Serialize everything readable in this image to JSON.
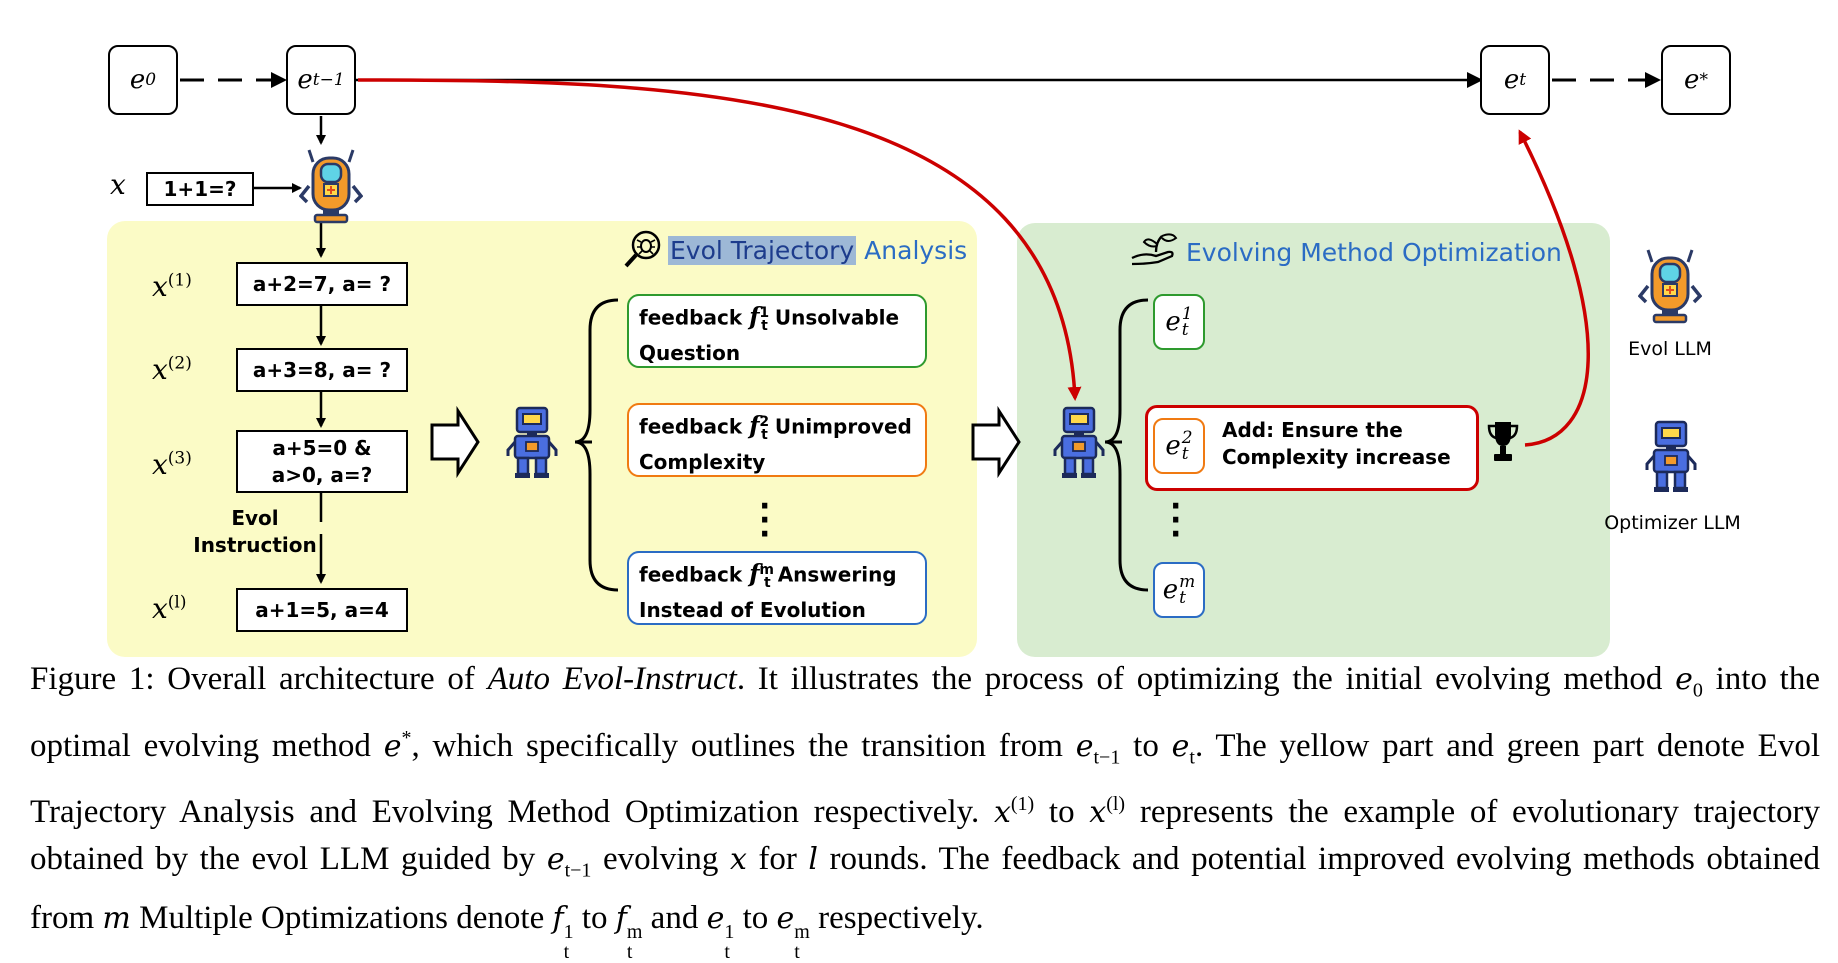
{
  "nodes": {
    "e0": "e",
    "e0_sub": "0",
    "etm1": "e",
    "etm1_sub": "t−1",
    "et": "e",
    "et_sub": "t",
    "estar": "e",
    "estar_sup": "*"
  },
  "input": {
    "x_label": "x",
    "value": "1+1=?"
  },
  "trajectory": {
    "s1_label": "x",
    "s1_sup": "(1)",
    "s1": "a+2=7, a= ?",
    "s2_label": "x",
    "s2_sup": "(2)",
    "s2": "a+3=8, a= ?",
    "s3_label": "x",
    "s3_sup": "(3)",
    "s3_line1": "a+5=0 &",
    "s3_line2": "a>0, a=?",
    "sl_label": "x",
    "sl_sup": "(l)",
    "sl": "a+1=5, a=4",
    "evol_line1": "Evol",
    "evol_line2": "Instruction"
  },
  "analysis": {
    "title_a": "Evol Trajectory",
    "title_b": "Analysis",
    "fb1_word": "feedback",
    "fb1_f": "f",
    "fb1_sup": "1",
    "fb1_sub": "t",
    "fb1_tail": "Unsolvable",
    "fb1_line2": "Question",
    "fb2_word": "feedback",
    "fb2_f": "f",
    "fb2_sup": "2",
    "fb2_sub": "t",
    "fb2_tail": "Unimproved",
    "fb2_line2": "Complexity",
    "fbm_word": "feedback",
    "fbm_f": "f",
    "fbm_sup": "m",
    "fbm_sub": "t",
    "fbm_tail": "Answering",
    "fbm_line2": "Instead of Evolution"
  },
  "optimization": {
    "title": "Evolving Method Optimization",
    "e1": "e",
    "e1_sup": "1",
    "e1_sub": "t",
    "e2": "e",
    "e2_sup": "2",
    "e2_sub": "t",
    "em": "e",
    "em_sup": "m",
    "em_sub": "t",
    "best_line1": "Add: Ensure the",
    "best_line2": "Complexity increase"
  },
  "legend": {
    "evol": "Evol LLM",
    "optimizer": "Optimizer LLM"
  },
  "caption": {
    "p1": "Figure 1: Overall architecture of ",
    "p1_it": "Auto Evol-Instruct",
    "p2": ". It illustrates the process of optimizing the initial evolving method ",
    "m_e0": "e",
    "m_e0_sub": "0",
    "p3": " into the optimal evolving method ",
    "m_estar": "e",
    "m_estar_sup": "*",
    "p4": ", which specifically outlines the transition from ",
    "m_etm1": "e",
    "m_etm1_sub": "t−1",
    "p5": " to ",
    "m_et": "e",
    "m_et_sub": "t",
    "p6": ". The yellow part and green part denote Evol Trajectory Analysis and Evolving Method Optimization respectively. ",
    "m_x1": "x",
    "m_x1_sup": "(1)",
    "p7": " to ",
    "m_xl": "x",
    "m_xl_sup": "(l)",
    "p8": " represents the example of evolutionary trajectory obtained by the evol LLM guided by ",
    "m_etm1b": "e",
    "m_etm1b_sub": "t−1",
    "p9": " evolving ",
    "m_x": "x",
    "p10": " for ",
    "m_l": "l",
    "p11": " rounds. The feedback and potential improved evolving methods obtained from ",
    "m_m": "m",
    "p12": " Multiple Optimizations denote ",
    "m_f1": "f",
    "m_f1_sup": "1",
    "m_f1_sub": "t",
    "p13": " to ",
    "m_fm": "f",
    "m_fm_sup": "m",
    "m_fm_sub": "t",
    "p14": " and ",
    "m_e1": "e",
    "m_e1_sup": "1",
    "m_e1_sub": "t",
    "p15": " to ",
    "m_em": "e",
    "m_em_sup": "m",
    "m_em_sub": "t",
    "p16": " respectively."
  },
  "colors": {
    "yellow_panel": "#fbfbc6",
    "green_panel": "#d8ecd0",
    "green": "#2e9a2e",
    "orange": "#f07a12",
    "blue": "#2b6cc4",
    "red": "#cc0000",
    "robot_orange": "#f39a2a",
    "robot_blue": "#4a6ee0"
  },
  "icons": [
    "magnifier-bug-icon",
    "hand-plant-icon",
    "evol-robot-icon",
    "optimizer-robot-icon",
    "trophy-icon"
  ]
}
